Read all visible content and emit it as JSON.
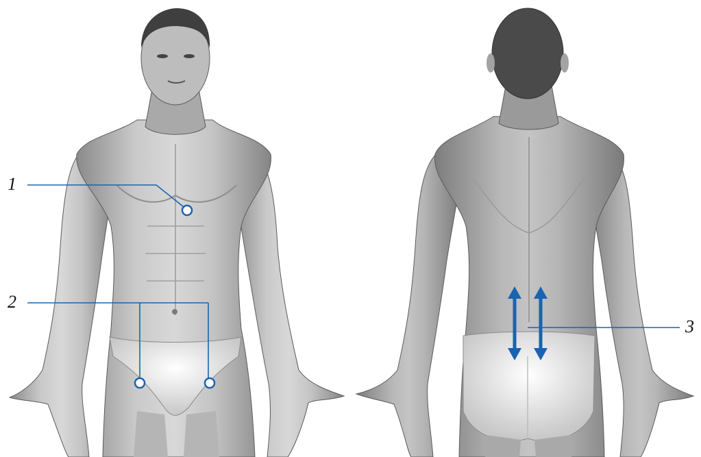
{
  "labels": {
    "one": "1",
    "two": "2",
    "three": "3"
  },
  "colors": {
    "accent": "#1a63b0",
    "skin_light": "#dcdcdc",
    "skin_mid": "#a9a9a9",
    "skin_dark": "#6e6e6e",
    "hair": "#3f3f3f",
    "underwear": "#f2f2f2"
  },
  "figures": [
    {
      "view": "front",
      "icon": "human-figure-front-icon"
    },
    {
      "view": "back",
      "icon": "human-figure-back-icon"
    }
  ],
  "markers": [
    {
      "id": "1",
      "shape": "circle",
      "location": "sternum"
    },
    {
      "id": "2",
      "shape": "circle",
      "count": 2,
      "location": "groin"
    },
    {
      "id": "3",
      "shape": "double-arrow",
      "count": 2,
      "location": "lower-back"
    }
  ]
}
